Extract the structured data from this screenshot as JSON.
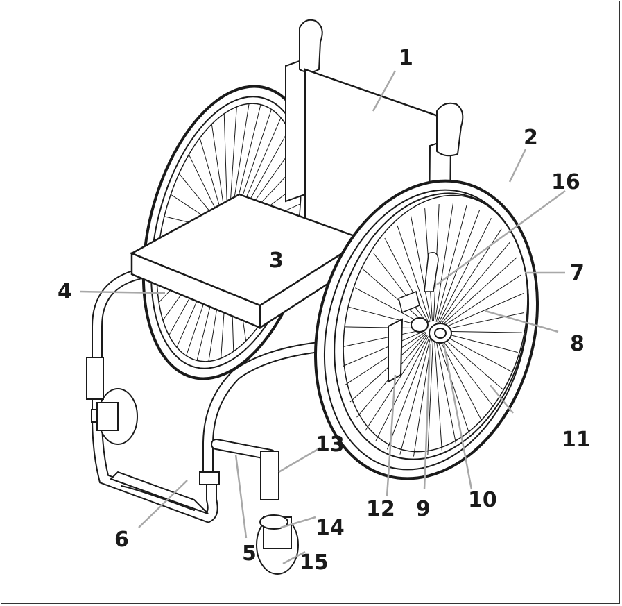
{
  "figure": {
    "subject": "wheelchair",
    "callouts": {
      "c1": "1",
      "c2": "2",
      "c3": "3",
      "c4": "4",
      "c5": "5",
      "c6": "6",
      "c7": "7",
      "c8": "8",
      "c9": "9",
      "c10": "10",
      "c11": "11",
      "c12": "12",
      "c13": "13",
      "c14": "14",
      "c15": "15",
      "c16": "16"
    }
  }
}
